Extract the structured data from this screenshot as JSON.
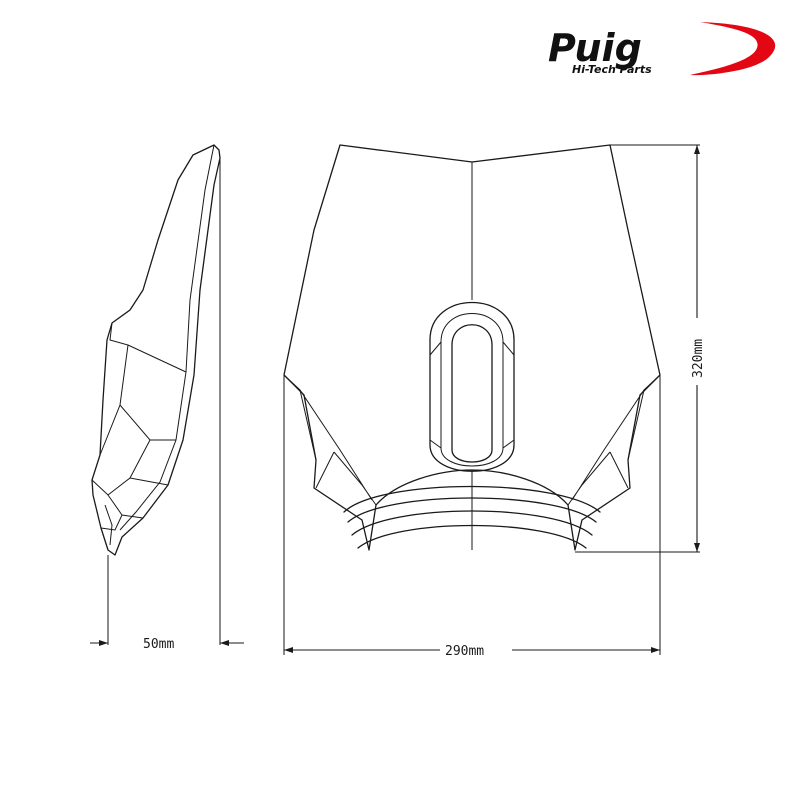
{
  "brand": {
    "name": "Puig",
    "tagline": "Hi-Tech Parts",
    "accent_color": "#e30613"
  },
  "dimensions": {
    "depth": "50mm",
    "width": "290mm",
    "height": "320mm"
  }
}
